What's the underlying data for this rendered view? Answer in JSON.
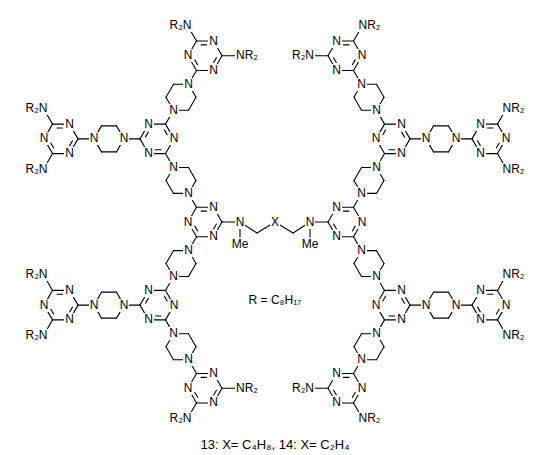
{
  "diagram": {
    "caption": "13: X= C₄H₈, 14: X= C₂H₄",
    "labels": [
      "R = C₈H₁₇",
      "N",
      "Me",
      "N",
      "N",
      "N",
      "N",
      "N",
      "N",
      "N",
      "N",
      "N",
      "N",
      "N",
      "N",
      "N",
      "NR₂",
      "R₂N",
      "N",
      "N",
      "N",
      "N",
      "N",
      "R₂N",
      "R₂N",
      "N",
      "N",
      "N",
      "N",
      "N",
      "N",
      "N",
      "N",
      "N",
      "N",
      "R₂N",
      "R₂N",
      "N",
      "N",
      "N",
      "N",
      "N",
      "R₂N",
      "NR₂",
      "X",
      "N",
      "Me",
      "N",
      "N",
      "N",
      "N",
      "N",
      "N",
      "N",
      "N",
      "N",
      "N",
      "N",
      "N",
      "N",
      "R₂N",
      "NR₂",
      "N",
      "N",
      "N",
      "N",
      "N",
      "NR₂",
      "NR₂",
      "N",
      "N",
      "N",
      "N",
      "N",
      "N",
      "N",
      "N",
      "N",
      "N",
      "NR₂",
      "NR₂",
      "N",
      "N",
      "N",
      "N",
      "N",
      "NR₂",
      "R₂N"
    ]
  }
}
